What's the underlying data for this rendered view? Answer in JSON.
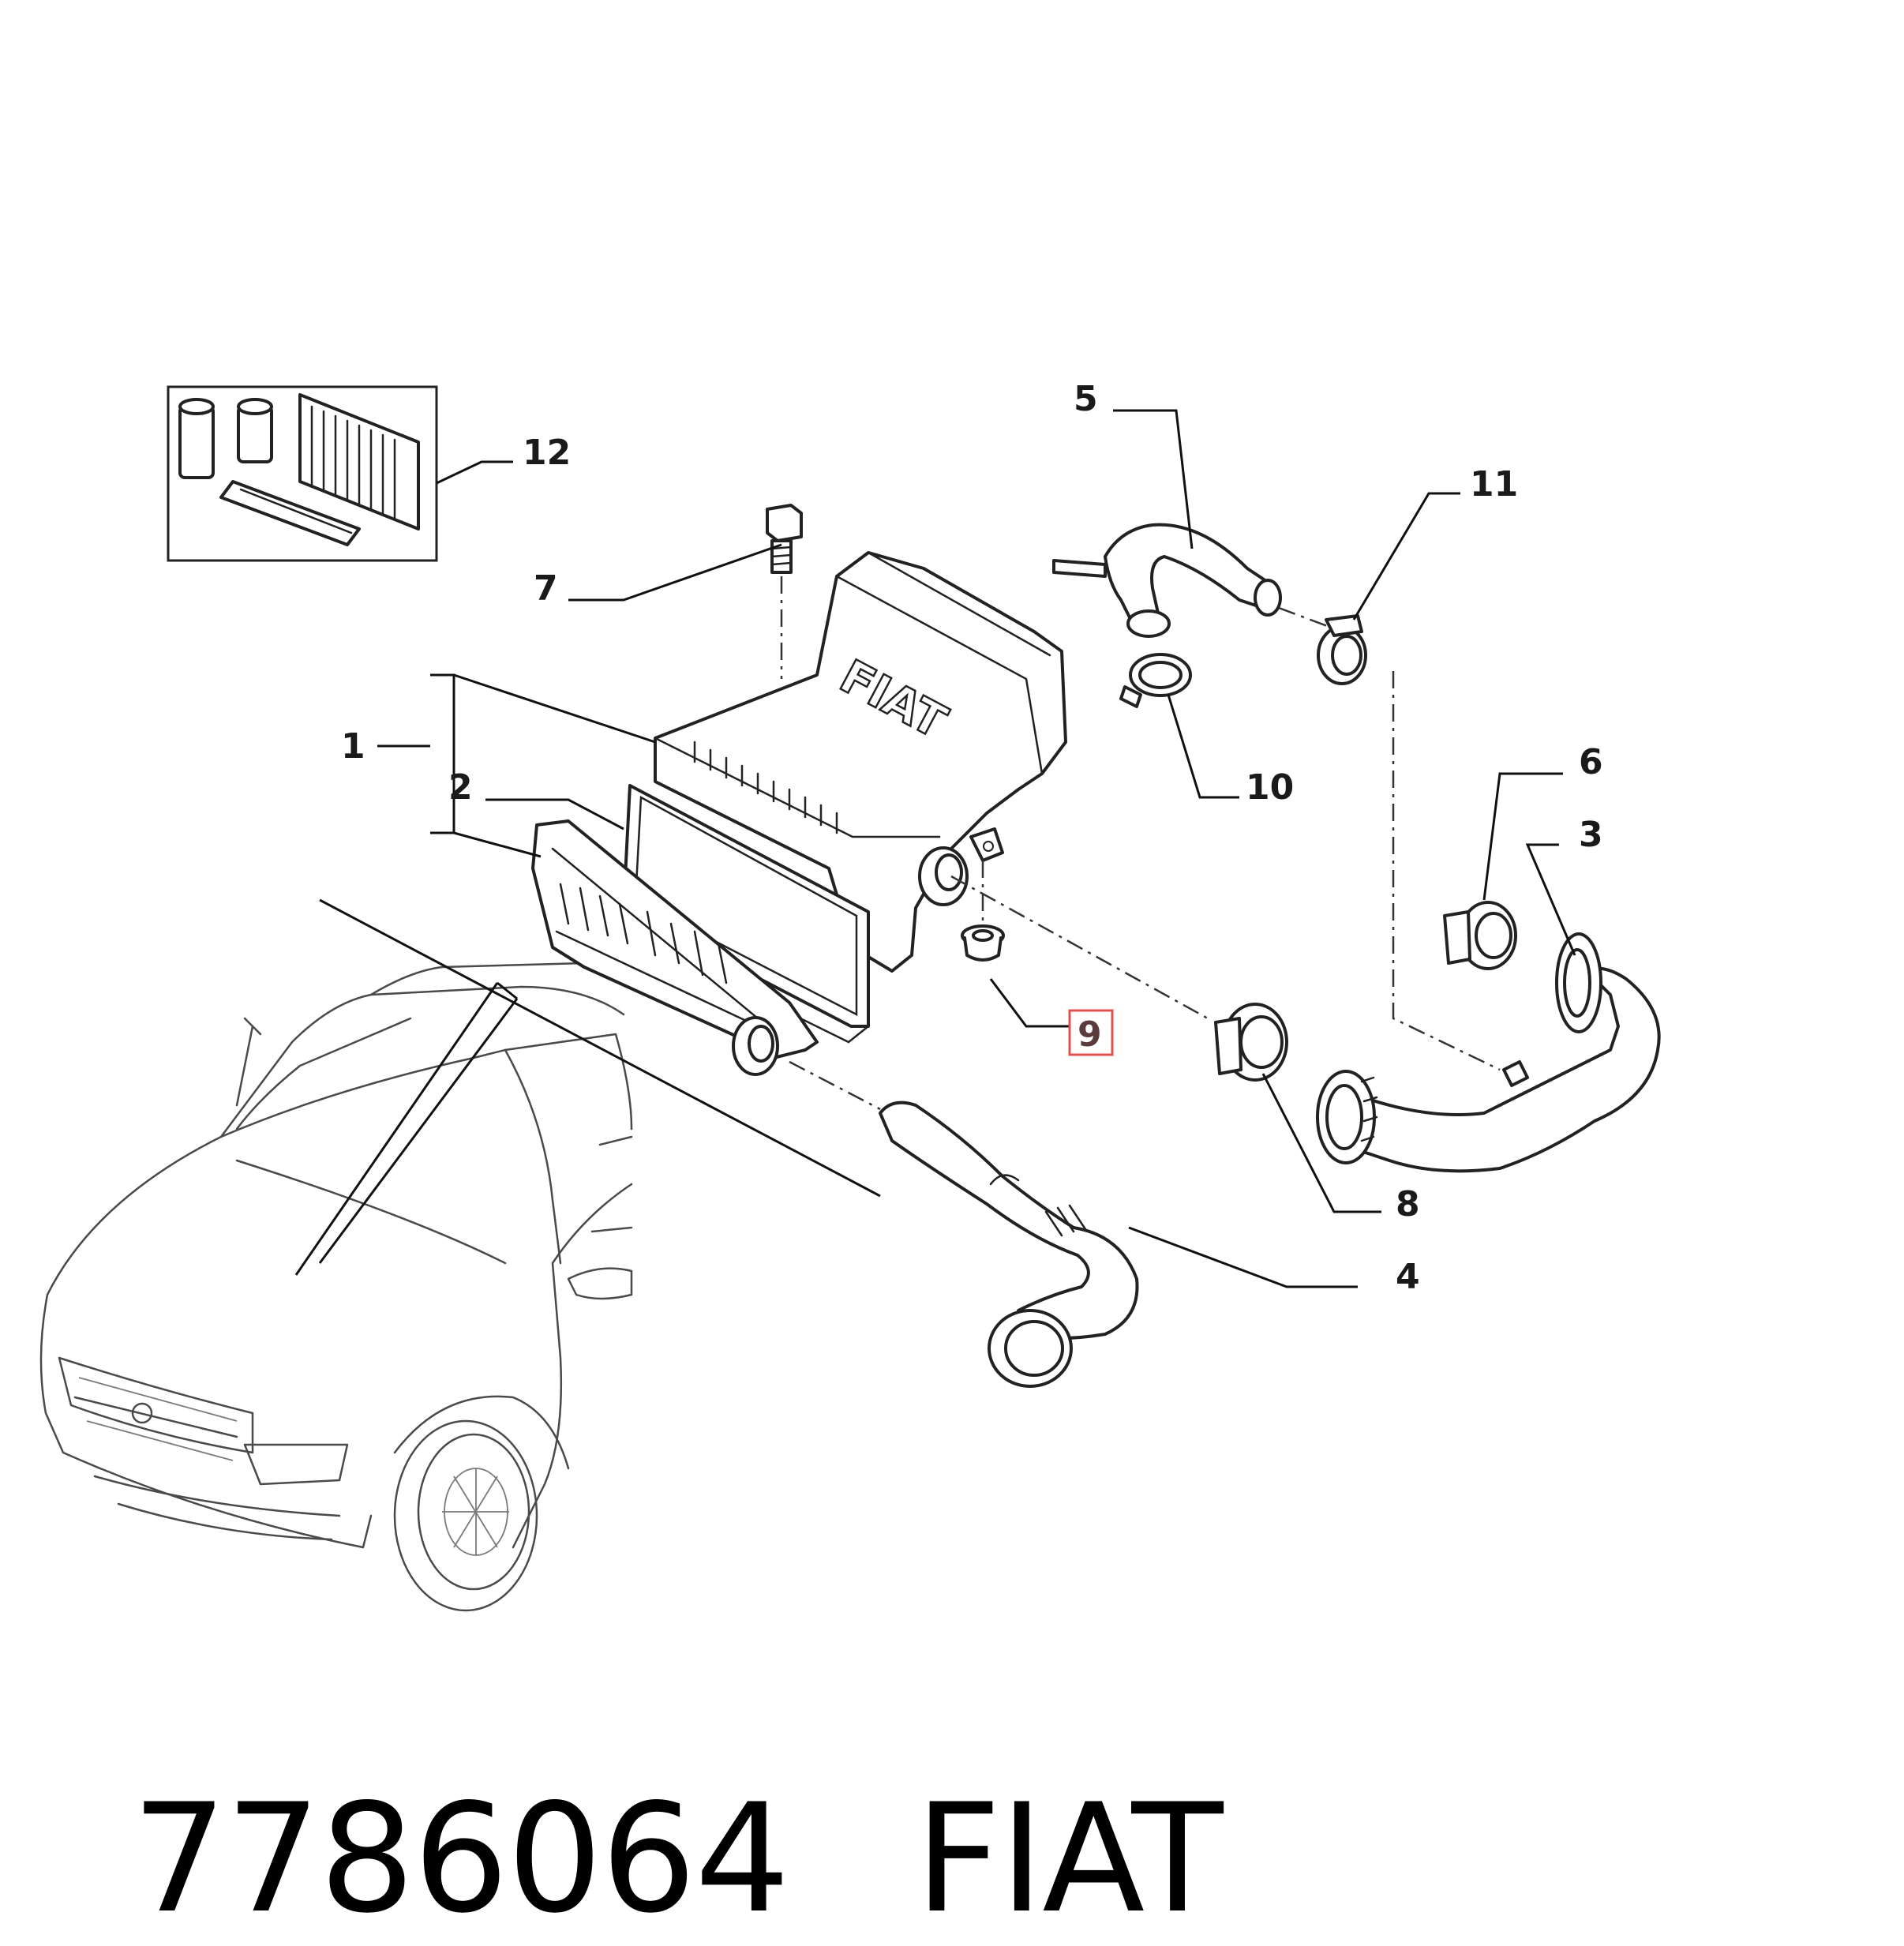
{
  "diagram": {
    "callouts": [
      "1",
      "2",
      "3",
      "4",
      "5",
      "6",
      "7",
      "8",
      "9",
      "10",
      "11",
      "12"
    ],
    "highlighted_callout": "9",
    "housing_logo": "FIAT",
    "highlight_color": "#e05050"
  },
  "footer": {
    "part_number": "7786064",
    "brand": "FIAT"
  }
}
